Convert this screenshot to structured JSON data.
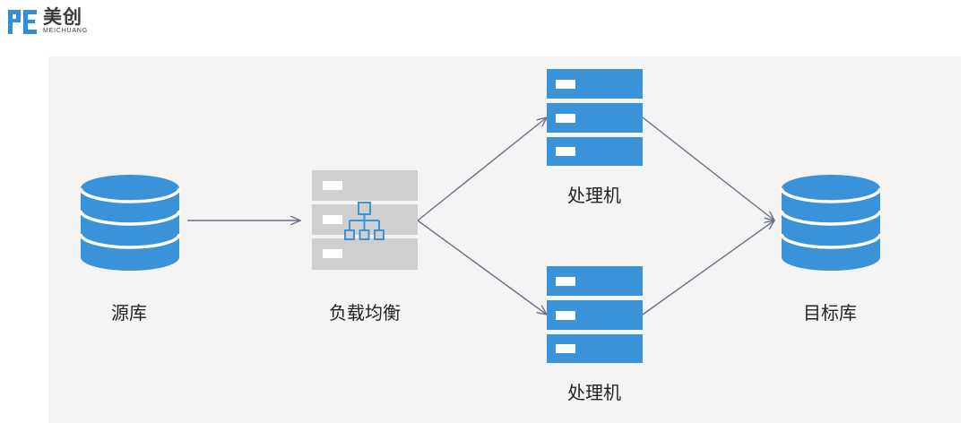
{
  "logo": {
    "cn": "美创",
    "en": "MEICHUANG",
    "color": "#2f8fdc"
  },
  "diagram": {
    "nodes": {
      "source_db": {
        "label": "源库",
        "icon": "database-icon"
      },
      "load_balancer": {
        "label": "负载均衡",
        "icon": "load-balancer-server-icon"
      },
      "processor_top": {
        "label": "处理机",
        "icon": "server-icon"
      },
      "processor_bottom": {
        "label": "处理机",
        "icon": "server-icon"
      },
      "target_db": {
        "label": "目标库",
        "icon": "database-icon"
      }
    },
    "colors": {
      "primary_blue": "#3a92d8",
      "lb_gray": "#cfcfcf",
      "arrow": "#6b6f86",
      "canvas_bg": "#f4f4f4"
    }
  }
}
